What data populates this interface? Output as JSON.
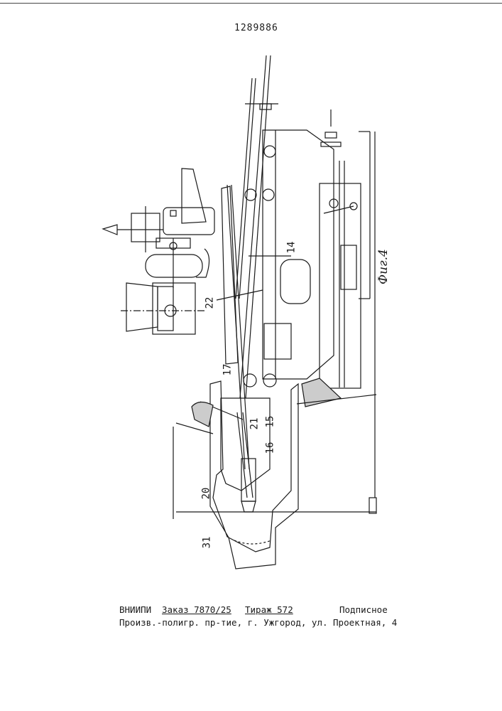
{
  "document": {
    "patent_number": "1289886",
    "figure_label": "Фиг.4",
    "callouts": {
      "c14": "14",
      "c22": "22",
      "c17": "17",
      "c21": "21",
      "c15": "15",
      "c16": "16",
      "c20": "20",
      "c31": "31"
    },
    "imprint": {
      "org": "ВНИИПИ",
      "order": "Заказ 7870/25",
      "circulation": "Тираж 572",
      "subscription": "Подписное",
      "publisher_line": "Произв.-полигр. пр-тие, г. Ужгород, ул. Проектная, 4"
    }
  }
}
